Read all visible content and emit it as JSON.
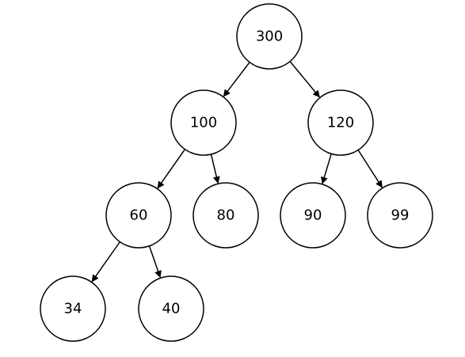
{
  "tree": {
    "nodes": [
      {
        "id": "n300",
        "label": "300"
      },
      {
        "id": "n100",
        "label": "100"
      },
      {
        "id": "n120",
        "label": "120"
      },
      {
        "id": "n60",
        "label": "60"
      },
      {
        "id": "n80",
        "label": "80"
      },
      {
        "id": "n90",
        "label": "90"
      },
      {
        "id": "n99",
        "label": "99"
      },
      {
        "id": "n34",
        "label": "34"
      },
      {
        "id": "n40",
        "label": "40"
      }
    ],
    "edges": [
      {
        "from": "n300",
        "to": "n100"
      },
      {
        "from": "n300",
        "to": "n120"
      },
      {
        "from": "n100",
        "to": "n60"
      },
      {
        "from": "n100",
        "to": "n80"
      },
      {
        "from": "n120",
        "to": "n90"
      },
      {
        "from": "n120",
        "to": "n99"
      },
      {
        "from": "n60",
        "to": "n34"
      },
      {
        "from": "n60",
        "to": "n40"
      }
    ],
    "colors": {
      "stroke": "#000000",
      "fill": "#ffffff",
      "text": "#000000"
    }
  }
}
